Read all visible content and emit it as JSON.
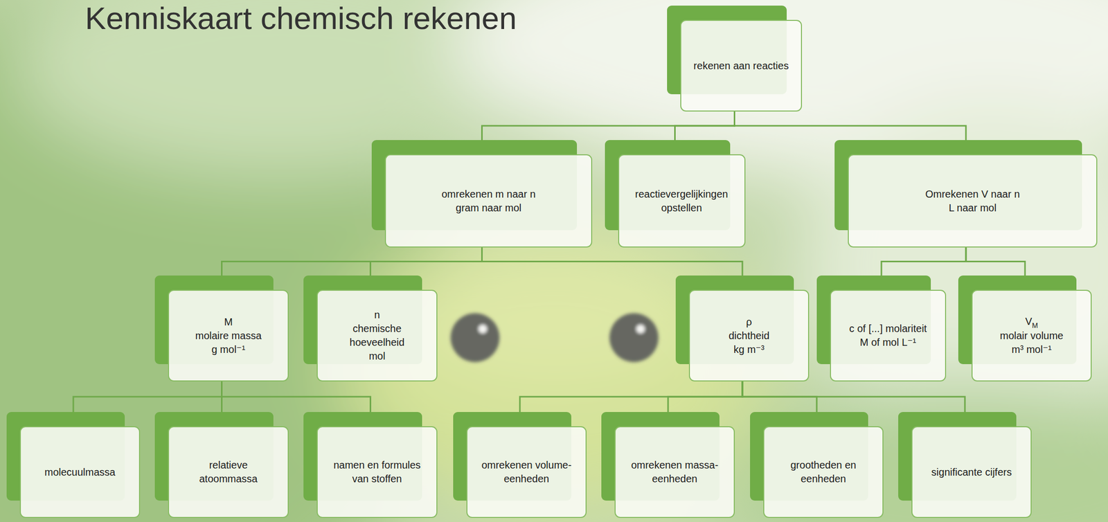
{
  "diagram": {
    "title": "Kenniskaart chemisch rekenen",
    "nodes": [
      {
        "text": [
          "rekenen aan reacties"
        ]
      },
      {
        "text": [
          "omrekenen m naar n",
          "gram naar mol"
        ]
      },
      {
        "text": [
          "reactievergelijkingen opstellen"
        ]
      },
      {
        "text": [
          "Omrekenen V naar n",
          "L naar mol"
        ]
      },
      {
        "text": [
          "M",
          "molaire massa",
          "g mol⁻¹"
        ]
      },
      {
        "text": [
          "n",
          "chemische hoeveelheid",
          "mol"
        ]
      },
      {
        "text": [
          "ρ",
          "dichtheid",
          "kg m⁻³"
        ]
      },
      {
        "text": [
          "c of [...] molariteit",
          "M of mol L⁻¹"
        ]
      },
      {
        "text": [
          "V",
          "M",
          "molair volume",
          "m³ mol⁻¹"
        ]
      },
      {
        "text": [
          "molecuulmassa"
        ]
      },
      {
        "text": [
          "relatieve atoommassa"
        ]
      },
      {
        "text": [
          "namen en formules van stoffen"
        ]
      },
      {
        "text": [
          "omrekenen volume-eenheden"
        ]
      },
      {
        "text": [
          "omrekenen massa-eenheden"
        ]
      },
      {
        "text": [
          "grootheden en eenheden"
        ]
      },
      {
        "text": [
          "significante cijfers"
        ]
      }
    ],
    "edges": [
      {
        "from": 0,
        "to": 1,
        "arrow": "none"
      },
      {
        "from": 0,
        "to": 2,
        "arrow": "none"
      },
      {
        "from": 0,
        "to": 3,
        "arrow": "none"
      },
      {
        "from": 1,
        "to": 4,
        "arrow": "none"
      },
      {
        "from": 1,
        "to": 5,
        "arrow": "none"
      },
      {
        "from": 1,
        "to": 6,
        "arrow": "none"
      },
      {
        "from": 3,
        "to": 7,
        "arrow": "none"
      },
      {
        "from": 3,
        "to": 8,
        "arrow": "none"
      },
      {
        "from": 4,
        "to": 9,
        "arrow": "none"
      },
      {
        "from": 4,
        "to": 10,
        "arrow": "none"
      },
      {
        "from": 4,
        "to": 11,
        "arrow": "none"
      },
      {
        "from": 6,
        "to": 12,
        "arrow": "none"
      },
      {
        "from": 6,
        "to": 13,
        "arrow": "none"
      },
      {
        "from": 6,
        "to": 14,
        "arrow": "none"
      },
      {
        "from": 6,
        "to": 15,
        "arrow": "none"
      }
    ]
  }
}
